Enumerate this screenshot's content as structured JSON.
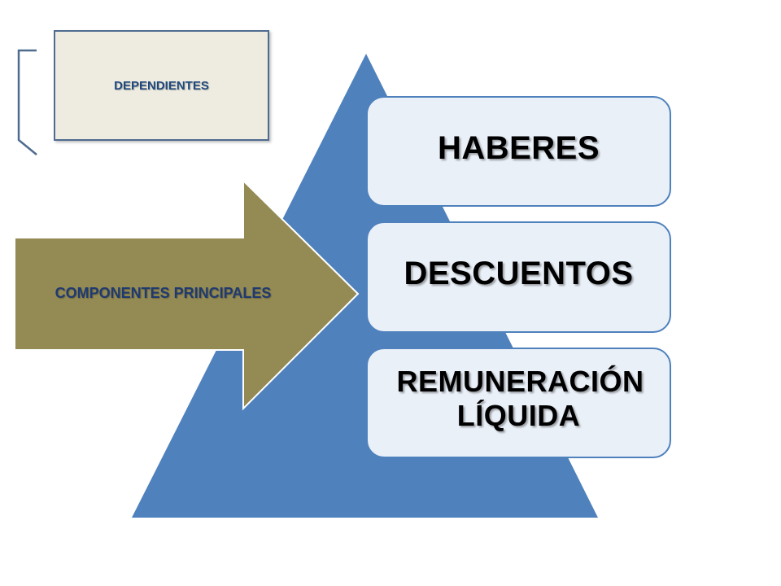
{
  "dependientes": {
    "label": "DEPENDIENTES"
  },
  "arrow": {
    "label": "COMPONENTES PRINCIPALES"
  },
  "pyramid": {
    "levels": [
      {
        "label": "HABERES"
      },
      {
        "label": "DESCUENTOS"
      },
      {
        "label": "REMUNERACIÓN LÍQUIDA"
      }
    ]
  },
  "colors": {
    "pyramid_fill": "#4f81bd",
    "box_fill": "#eaf0f8",
    "arrow_fill": "#948a54",
    "dependientes_fill": "#eeece1",
    "bracket_stroke": "#4f6b8f"
  }
}
